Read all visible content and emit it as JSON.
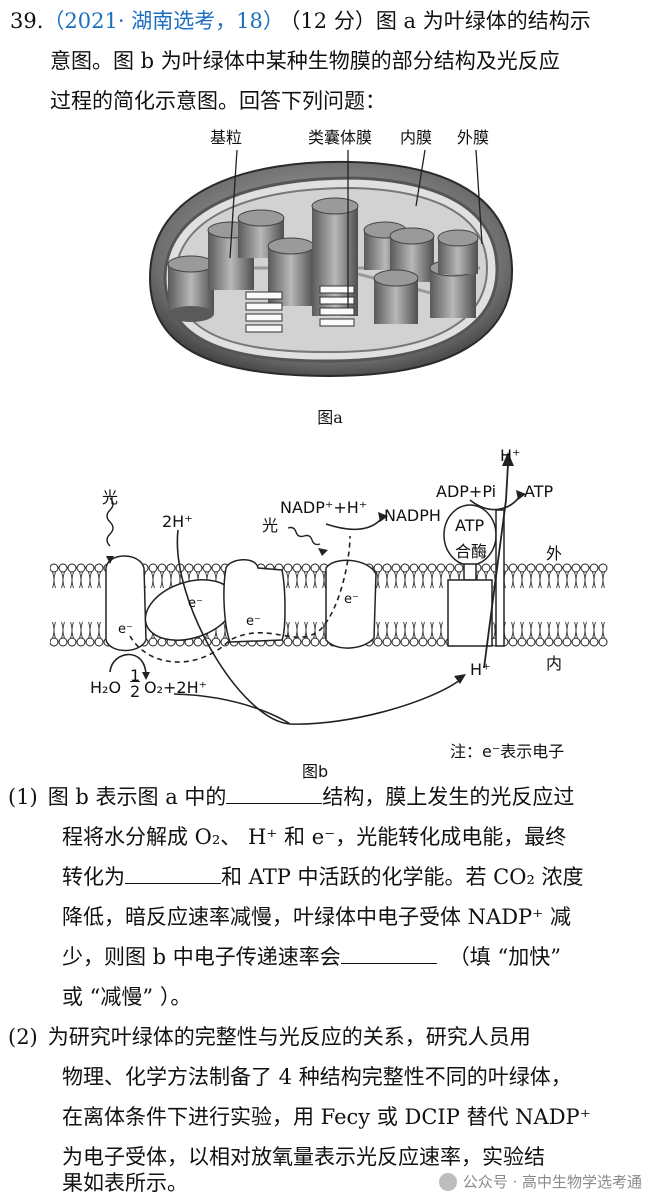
{
  "question": {
    "number": "39.",
    "source": "（2021· 湖南选考，18）",
    "score": "（12 分）",
    "stem_line1": "图 a 为叶绿体的结构示",
    "stem_line2": "意图。图 b 为叶绿体中某种生物膜的部分结构及光反应",
    "stem_line3": "过程的简化示意图。回答下列问题："
  },
  "figure_a": {
    "labels": [
      "基粒",
      "类囊体膜",
      "内膜",
      "外膜"
    ],
    "caption": "图a"
  },
  "figure_b": {
    "light_left": "光",
    "light_mid": "光",
    "two_h": "2H⁺",
    "nadp": "NADP⁺+H⁺",
    "nadph": "NADPH",
    "adp": "ADP+Pi",
    "atp": "ATP",
    "h_top": "H⁺",
    "h_bottom": "H⁺",
    "atp_synthase_1": "ATP",
    "atp_synthase_2": "合酶",
    "outside": "外",
    "inside": "内",
    "water": "H₂O",
    "half": "1",
    "half_den": "2",
    "o2": "O₂+2H⁺",
    "e_labels": [
      "e⁻",
      "e⁻",
      "e⁻",
      "e⁻"
    ],
    "note": "注：e⁻表示电子",
    "caption": "图b"
  },
  "q1": {
    "num": "(1)",
    "l1a": "图 b 表示图 a 中的",
    "l1b": "结构，膜上发生的光反应过",
    "l2": "程将水分解成 O₂、 H⁺ 和 e⁻，光能转化成电能，最终",
    "l3a": "转化为",
    "l3b": "和 ATP 中活跃的化学能。若 CO₂ 浓度",
    "l4": "降低，暗反应速率减慢，叶绿体中电子受体 NADP⁺ 减",
    "l5a": "少，则图 b 中电子传递速率会",
    "l5b": "（填 “加快”",
    "l6": "或 “减慢” ）。"
  },
  "q2": {
    "num": "(2)",
    "l1": "为研究叶绿体的完整性与光反应的关系，研究人员用",
    "l2": "物理、化学方法制备了 4 种结构完整性不同的叶绿体，",
    "l3": "在离体条件下进行实验，用 Fecy 或 DCIP 替代 NADP⁺",
    "l4": "为电子受体，以相对放氧量表示光反应速率，实验结",
    "l5": "果如表所示。"
  },
  "watermark": "公众号 · 高中生物学选考通"
}
